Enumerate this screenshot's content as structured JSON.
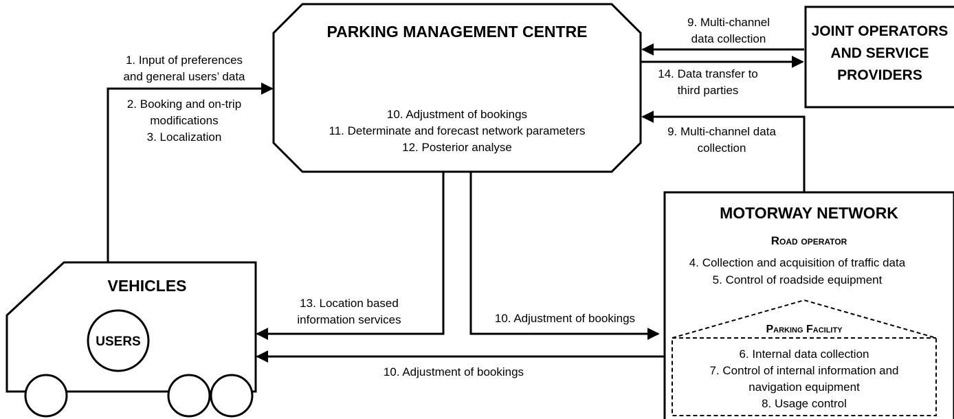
{
  "nodes": {
    "pmc": {
      "title": "PARKING MANAGEMENT CENTRE",
      "lines": [
        "10. Adjustment of bookings",
        "11. Determinate and forecast network parameters",
        "12. Posterior analyse"
      ]
    },
    "operators": {
      "lines": [
        "JOINT OPERATORS",
        "AND SERVICE",
        "PROVIDERS"
      ]
    },
    "motorway": {
      "title": "MOTORWAY NETWORK",
      "road_operator": "Road operator",
      "lines": [
        "4. Collection and acquisition of traffic data",
        "5. Control of roadside equipment"
      ]
    },
    "parking": {
      "title": "Parking Facility",
      "lines": [
        "6. Internal data collection",
        "7. Control of internal information and",
        "navigation equipment",
        "8. Usage control"
      ]
    },
    "vehicles": {
      "title": "VEHICLES",
      "users": "USERS"
    }
  },
  "flows": {
    "input_prefs": [
      "1. Input of preferences",
      "and general users’ data"
    ],
    "booking": [
      "2. Booking and on-trip",
      "modifications",
      "3. Localization"
    ],
    "multichannel_top": [
      "9. Multi-channel",
      "data collection"
    ],
    "transfer": [
      "14. Data transfer to",
      "third parties"
    ],
    "multichannel_mid": [
      "9. Multi-channel data",
      "collection"
    ],
    "location_services": [
      "13. Location based",
      "information services"
    ],
    "adjust_mid": "10. Adjustment of bookings",
    "adjust_bottom": "10. Adjustment of bookings"
  }
}
